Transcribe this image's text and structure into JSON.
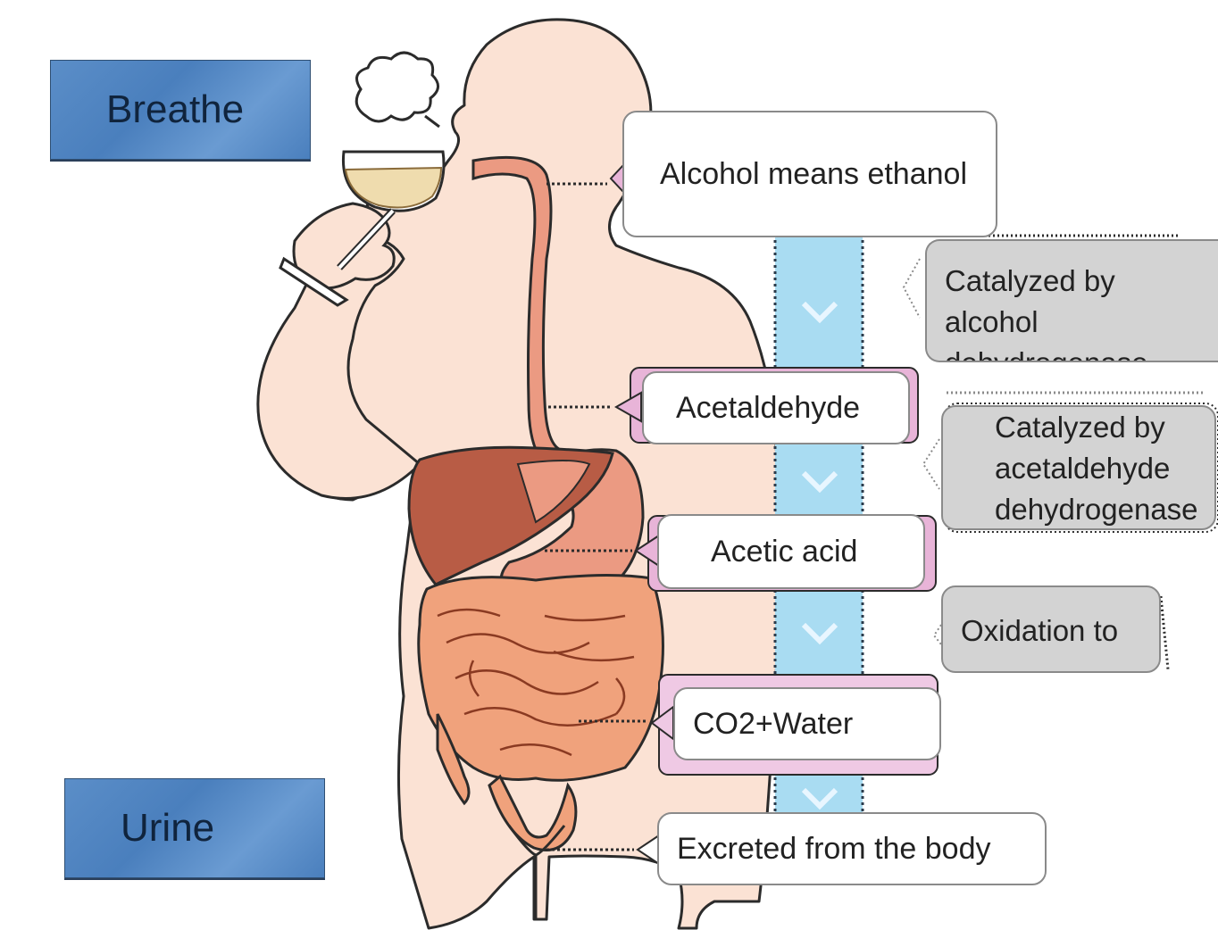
{
  "labels": {
    "breathe": "Breathe",
    "urine": "Urine",
    "alcohol": "Alcohol means ethanol",
    "acetaldehyde": "Acetaldehyde",
    "acetic_acid": "Acetic acid",
    "co2_water": "CO2+Water",
    "excreted": "Excreted from the body"
  },
  "steps": {
    "step1": "Catalyzed by alcohol dehydrogenase",
    "step1_line1": "Catalyzed by alcoho",
    "step1_line2": "dehydrogenase",
    "step2_line1": "Catalyzed by",
    "step2_line2": "acetaldehyde",
    "step2_line3": "dehydrogenase",
    "step3": "Oxidation to"
  },
  "colors": {
    "skin": "#fbe2d4",
    "outline": "#2b2b2b",
    "liver": "#b85c45",
    "stomach": "#eb9a82",
    "intestine": "#f0a27c",
    "flow_column": "#a9dcf2",
    "tag_blue": "#4a7fbd",
    "pink_shadow": "#e8b4d8"
  }
}
